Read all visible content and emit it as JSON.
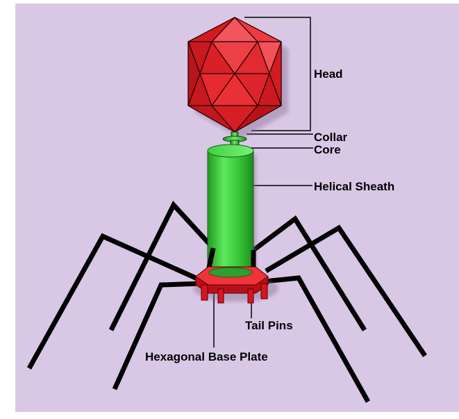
{
  "diagram": {
    "colors": {
      "background": "#d8c8e6",
      "head": "#e8202a",
      "tail_sheath": "#2ec42e",
      "base_plate": "#e8202a",
      "legs": "#000000"
    },
    "labels": {
      "head": "Head",
      "collar": "Collar",
      "core": "Core",
      "helical_sheath": "Helical Sheath",
      "tail_pins": "Tail Pins",
      "base_plate": "Hexagonal Base Plate"
    }
  }
}
